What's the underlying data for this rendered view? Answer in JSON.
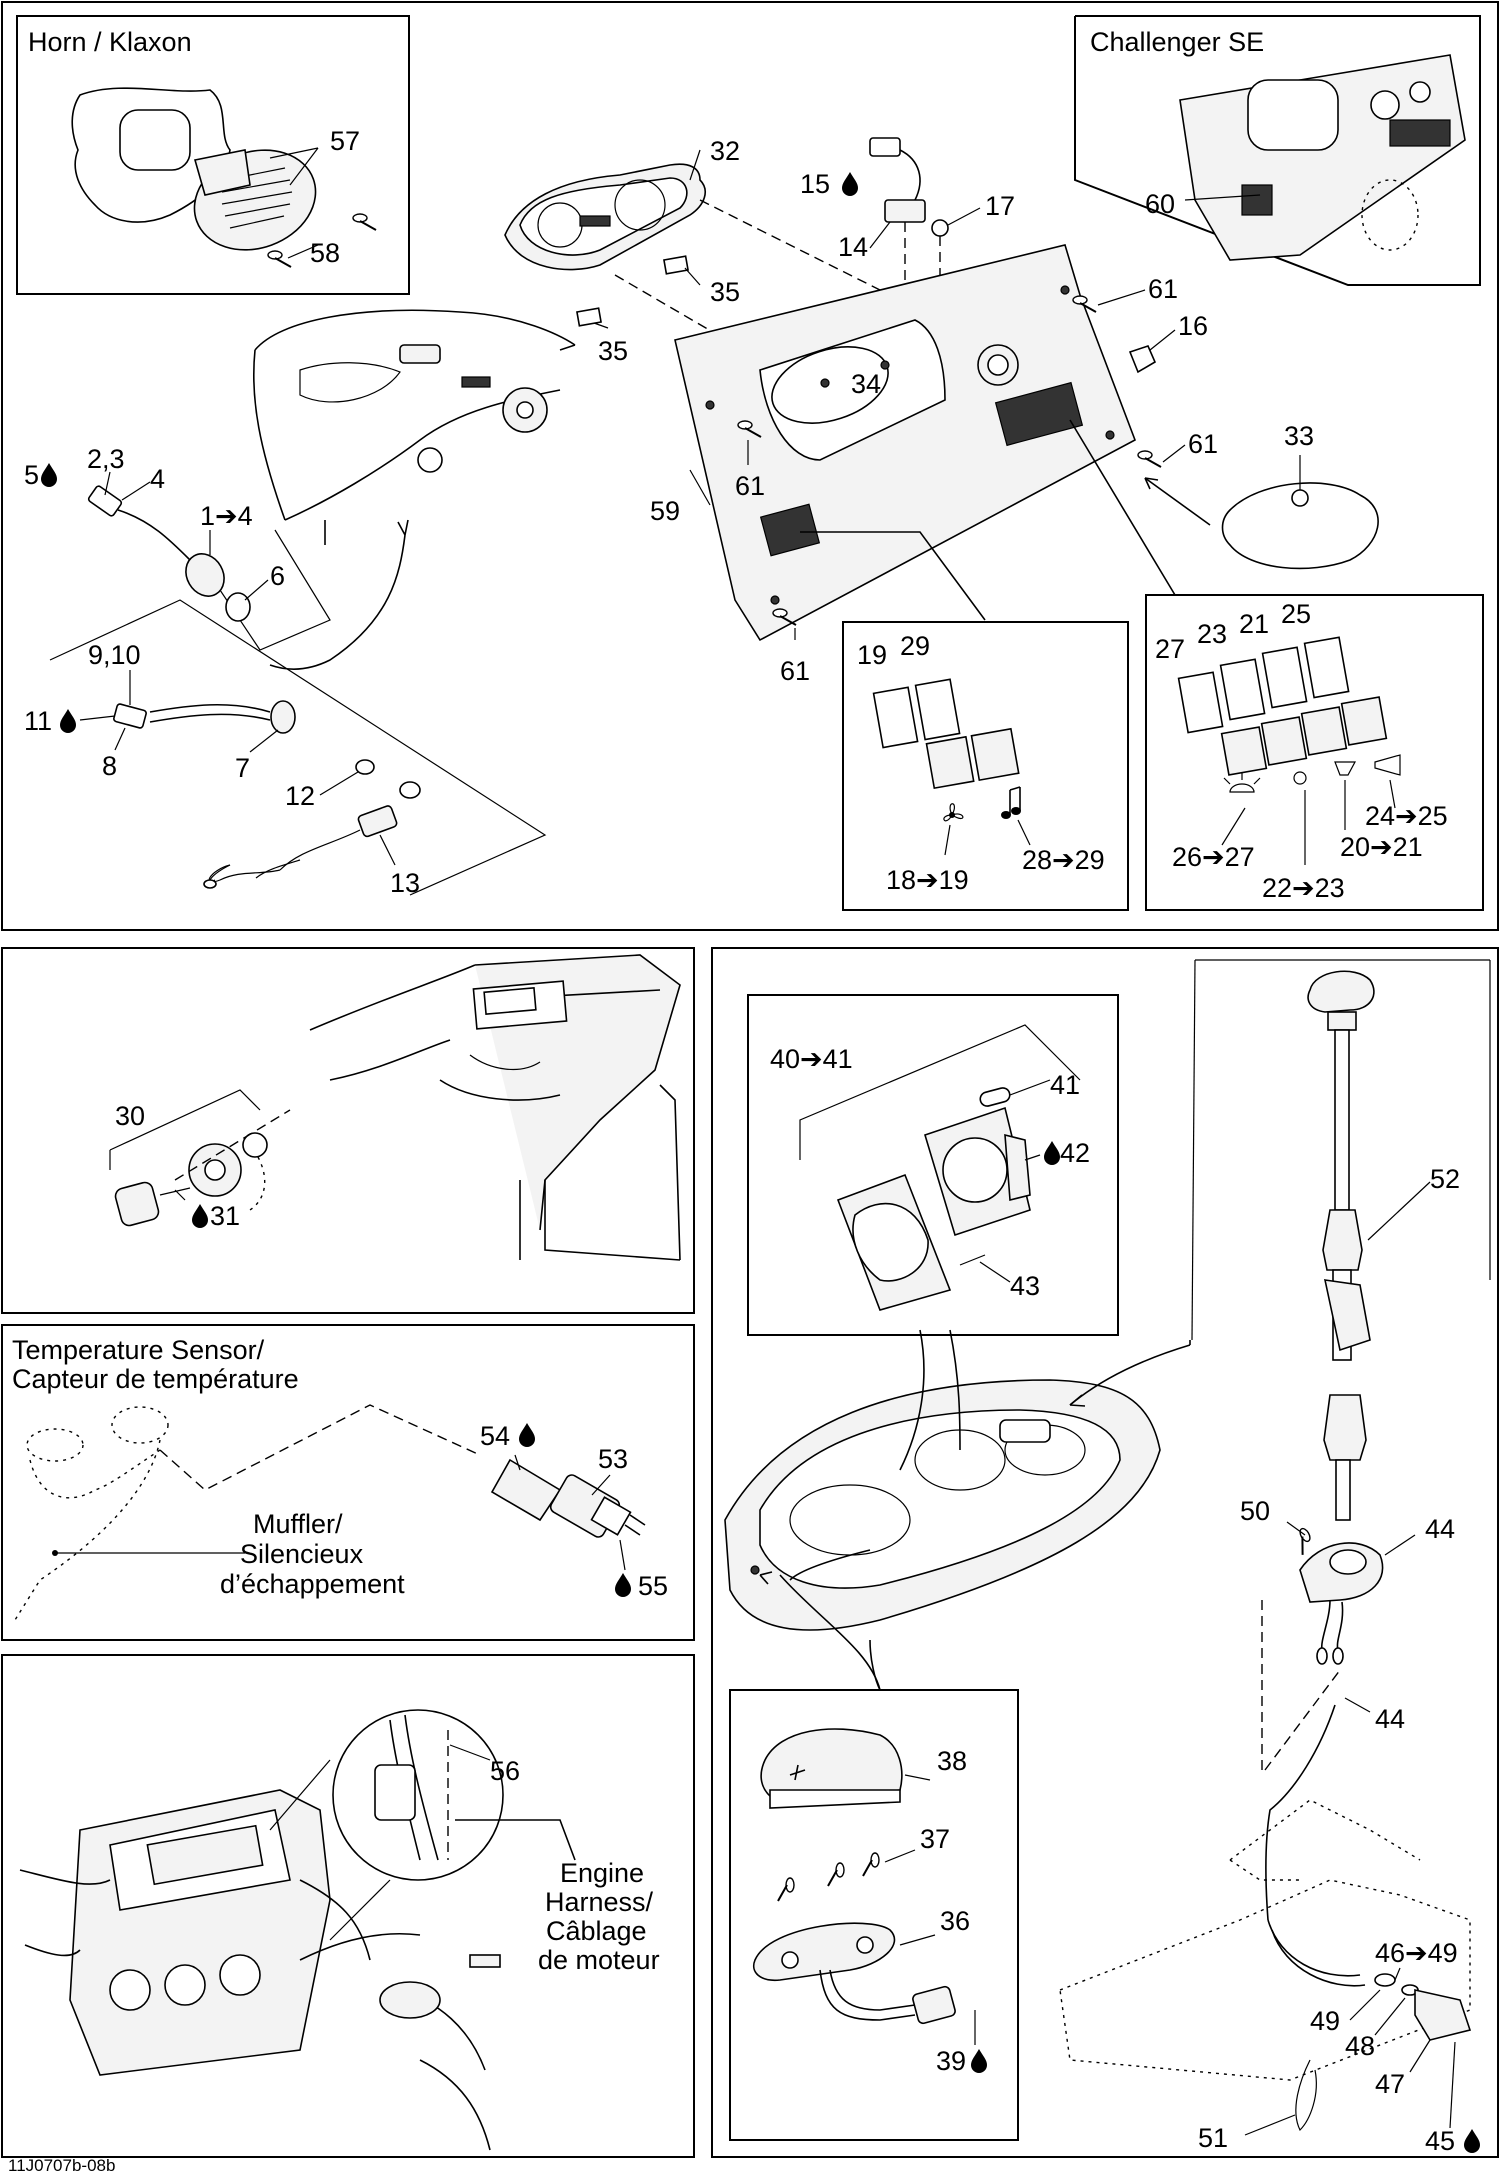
{
  "panels": {
    "horn_title": "Horn  / Klaxon",
    "challenger_title": "Challenger SE",
    "temp_title_1": "Temperature Sensor/",
    "temp_title_2": "Capteur de température",
    "muffler_1": "Muffler/",
    "muffler_2": "Silencieux",
    "muffler_3": "d’échappement",
    "harness_1": "Engine",
    "harness_2": "Harness/",
    "harness_3": "Câblage",
    "harness_4": "de moteur"
  },
  "callouts": {
    "c57": "57",
    "c58": "58",
    "c32": "32",
    "c15": "15",
    "c17": "17",
    "c14": "14",
    "c35a": "35",
    "c35b": "35",
    "c34": "34",
    "c61a": "61",
    "c61b": "61",
    "c61c": "61",
    "c61d": "61",
    "c16": "16",
    "c33": "33",
    "c59": "59",
    "c60": "60",
    "c5": "5",
    "c23x": "2,3",
    "c4": "4",
    "c1to4": "1➔4",
    "c6": "6",
    "c910": "9,10",
    "c11": "11",
    "c8": "8",
    "c7": "7",
    "c12": "12",
    "c13": "13",
    "c19": "19",
    "c29": "29",
    "c18to19": "18➔19",
    "c28to29": "28➔29",
    "c27": "27",
    "c23": "23",
    "c21": "21",
    "c25": "25",
    "c24to25": "24➔25",
    "c26to27": "26➔27",
    "c20to21": "20➔21",
    "c22to23": "22➔23",
    "c30": "30",
    "c31": "31",
    "c40to41": "40➔41",
    "c41": "41",
    "c42": "42",
    "c43": "43",
    "c52": "52",
    "c50": "50",
    "c44a": "44",
    "c44b": "44",
    "c54": "54",
    "c53": "53",
    "c55": "55",
    "c56": "56",
    "c38": "38",
    "c37": "37",
    "c36": "36",
    "c39": "39",
    "c46to49": "46➔49",
    "c49": "49",
    "c48": "48",
    "c47": "47",
    "c51": "51",
    "c45": "45"
  },
  "footer_code": "11J0707b-08b",
  "icons": {
    "drop": "sealant-drop-icon",
    "fan": "fan-icon",
    "music": "music-note-icon",
    "light": "light-icon",
    "horn": "horn-icon"
  }
}
